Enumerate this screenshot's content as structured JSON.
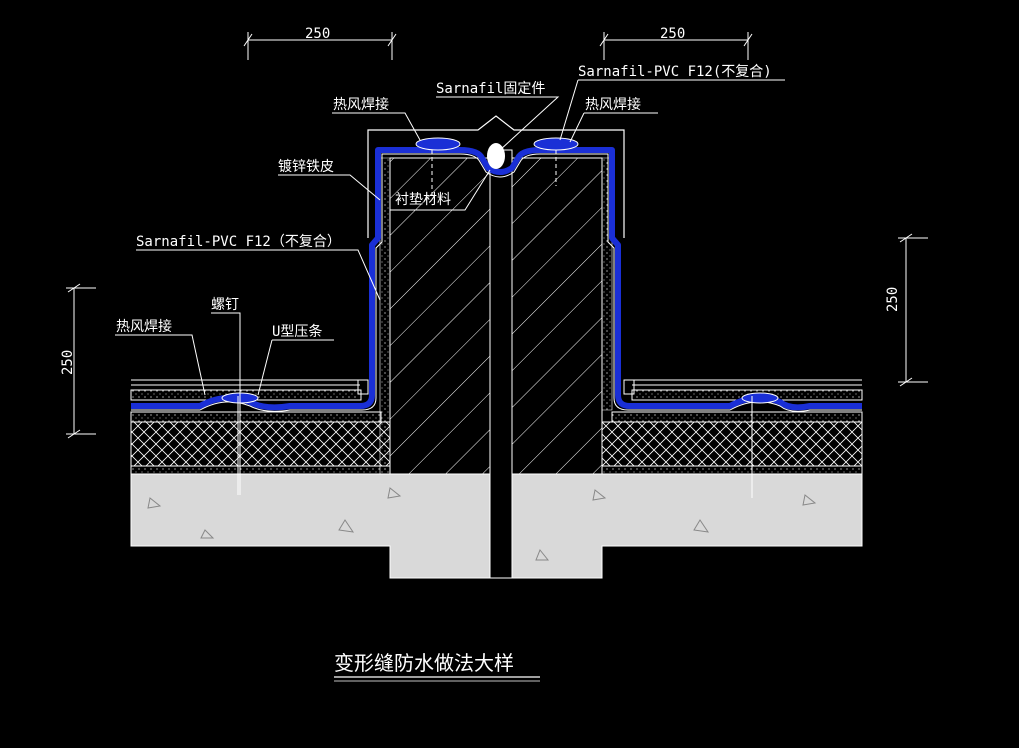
{
  "drawing": {
    "title": "变形缝防水做法大样",
    "dimensions": {
      "top_left": "250",
      "top_right": "250",
      "left_height": "250",
      "right_height": "250"
    },
    "labels": {
      "fixing_part": "Sarnafil固定件",
      "membrane_top_right": "Sarnafil-PVC F12(不复合)",
      "hot_air_weld_top_left": "热风焊接",
      "hot_air_weld_top_right": "热风焊接",
      "galvanized_sheet": "镀锌铁皮",
      "backing_material": "衬垫材料",
      "membrane_left": "Sarnafil-PVC F12（不复合）",
      "screw": "螺钉",
      "hot_air_weld_left": "热风焊接",
      "u_strip": "U型压条"
    }
  },
  "colors": {
    "background": "#000000",
    "lines": "#ffffff",
    "membrane": "#1a2fd6",
    "concrete": "#d9d9d9"
  }
}
